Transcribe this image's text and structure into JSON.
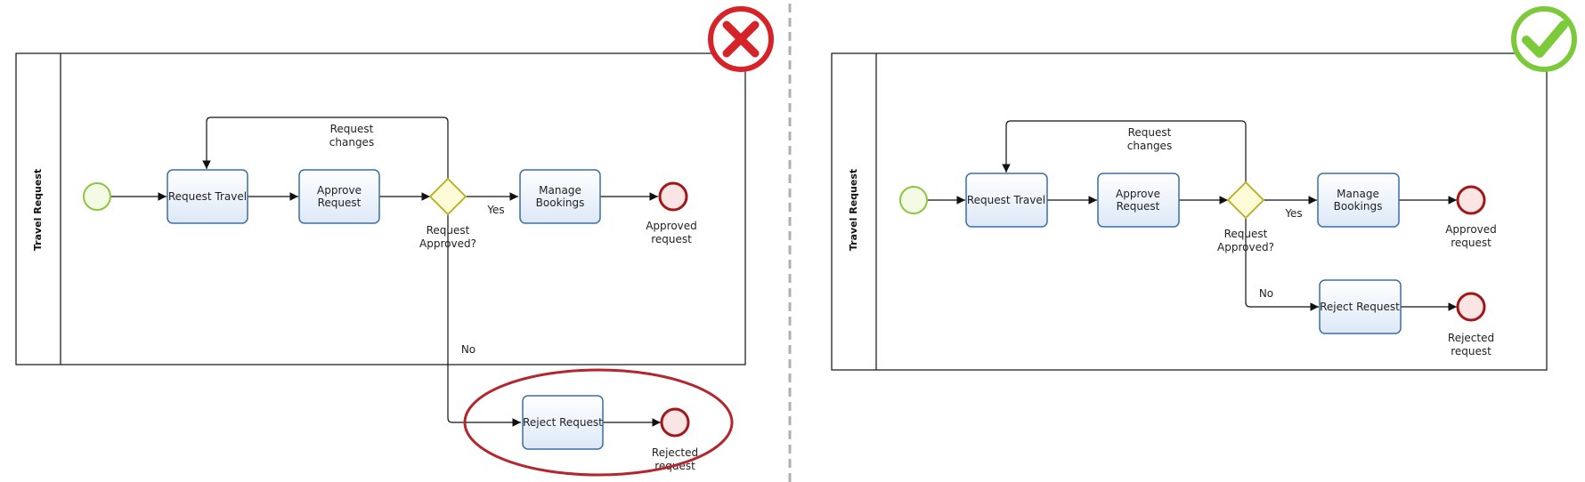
{
  "colors": {
    "task_fill": "#e9f0fb",
    "task_stroke": "#3a6ea5",
    "start_fill": "#f3fbe4",
    "start_stroke": "#8cc63f",
    "end_fill": "#fbe4e4",
    "end_stroke": "#a01818",
    "gateway_fill": "#fdfbd8",
    "gateway_stroke": "#b8ad1a",
    "wrong_mark": "#d6232a",
    "right_mark": "#7cc93a",
    "highlight_ellipse": "#b3262d",
    "divider": "#b0b0b0"
  },
  "wrong_example": {
    "mark_icon": "cross-mark-icon",
    "lane_label": "Travel Request",
    "tasks": {
      "request_travel": "Request Travel",
      "approve_request": [
        "Approve",
        "Request"
      ],
      "manage_bookings": [
        "Manage",
        "Bookings"
      ],
      "reject_request": "Reject Request"
    },
    "gateway_label": [
      "Request",
      "Approved?"
    ],
    "loop_label": [
      "Request",
      "changes"
    ],
    "yes_label": "Yes",
    "no_label": "No",
    "approved_end_label": [
      "Approved",
      "request"
    ],
    "rejected_end_label": [
      "Rejected",
      "request"
    ]
  },
  "correct_example": {
    "mark_icon": "check-mark-icon",
    "lane_label": "Travel Request",
    "tasks": {
      "request_travel": "Request Travel",
      "approve_request": [
        "Approve",
        "Request"
      ],
      "manage_bookings": [
        "Manage",
        "Bookings"
      ],
      "reject_request": "Reject Request"
    },
    "gateway_label": [
      "Request",
      "Approved?"
    ],
    "loop_label": [
      "Request",
      "changes"
    ],
    "yes_label": "Yes",
    "no_label": "No",
    "approved_end_label": [
      "Approved",
      "request"
    ],
    "rejected_end_label": [
      "Rejected",
      "request"
    ]
  }
}
